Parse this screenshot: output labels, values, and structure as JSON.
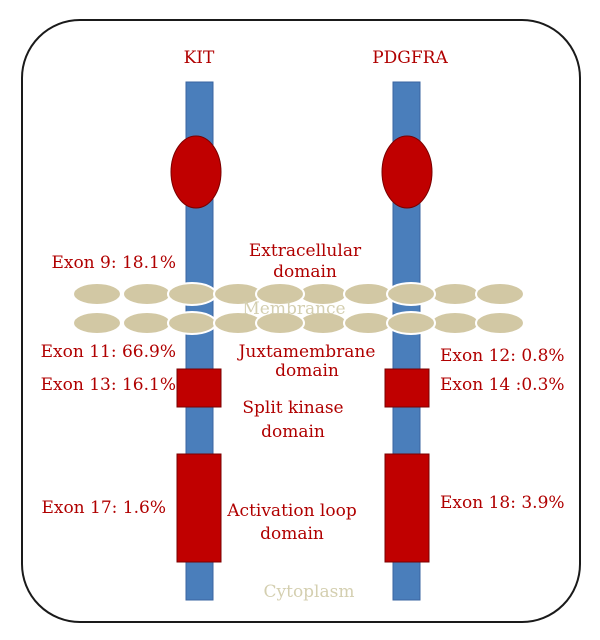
{
  "colors": {
    "receptor_blue": "#4a7ebb",
    "receptor_blue_edge": "#3a64a0",
    "mutation_red": "#c00000",
    "mutation_red_edge": "#7a0000",
    "text_red": "#b00000",
    "membrane_tan": "#d2c8a4",
    "membrane_edge": "#ffffff",
    "faint_text": "#d4cfb0",
    "frame": "#1a1a1a"
  },
  "receptors": {
    "kit": {
      "name": "KIT"
    },
    "pdgfra": {
      "name": "PDGFRA"
    }
  },
  "domains": {
    "extracellular_line1": "Extracellular",
    "extracellular_line2": "domain",
    "membrane": "Membrance",
    "juxtamembrane_line1": "Juxtamembrane",
    "juxtamembrane_line2": "domain",
    "split_kinase_line1": "Split kinase",
    "split_kinase_line2": "domain",
    "activation_line1": "Activation loop",
    "activation_line2": "domain",
    "cytoplasm": "Cytoplasm"
  },
  "exons": {
    "kit_exon9": "Exon 9: 18.1%",
    "kit_exon11": "Exon 11: 66.9%",
    "kit_exon13": "Exon 13: 16.1%",
    "kit_exon17": "Exon 17: 1.6%",
    "pdgfra_exon12": "Exon 12: 0.8%",
    "pdgfra_exon14": "Exon 14 :0.3%",
    "pdgfra_exon18": "Exon 18: 3.9%"
  }
}
